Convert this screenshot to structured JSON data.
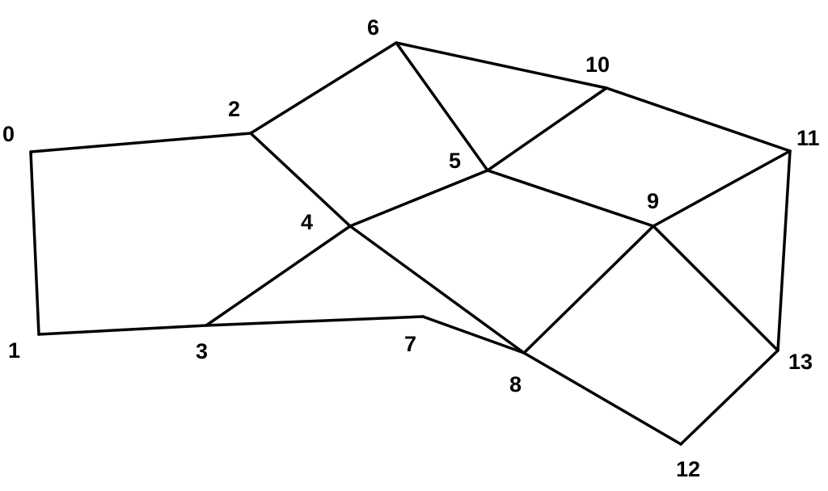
{
  "graph": {
    "nodes": [
      {
        "id": 0,
        "label": "0"
      },
      {
        "id": 1,
        "label": "1"
      },
      {
        "id": 2,
        "label": "2"
      },
      {
        "id": 3,
        "label": "3"
      },
      {
        "id": 4,
        "label": "4"
      },
      {
        "id": 5,
        "label": "5"
      },
      {
        "id": 6,
        "label": "6"
      },
      {
        "id": 7,
        "label": "7"
      },
      {
        "id": 8,
        "label": "8"
      },
      {
        "id": 9,
        "label": "9"
      },
      {
        "id": 10,
        "label": "10"
      },
      {
        "id": 11,
        "label": "11"
      },
      {
        "id": 12,
        "label": "12"
      },
      {
        "id": 13,
        "label": "13"
      }
    ],
    "edges": [
      [
        0,
        1
      ],
      [
        0,
        2
      ],
      [
        1,
        3
      ],
      [
        3,
        7
      ],
      [
        3,
        4
      ],
      [
        2,
        6
      ],
      [
        2,
        4
      ],
      [
        4,
        5
      ],
      [
        4,
        8
      ],
      [
        7,
        8
      ],
      [
        6,
        5
      ],
      [
        6,
        10
      ],
      [
        5,
        10
      ],
      [
        5,
        9
      ],
      [
        10,
        11
      ],
      [
        9,
        11
      ],
      [
        9,
        8
      ],
      [
        9,
        13
      ],
      [
        11,
        13
      ],
      [
        8,
        12
      ],
      [
        12,
        13
      ]
    ],
    "colors": {
      "edge": "#000000",
      "label": "#000000",
      "background": "#ffffff"
    }
  }
}
